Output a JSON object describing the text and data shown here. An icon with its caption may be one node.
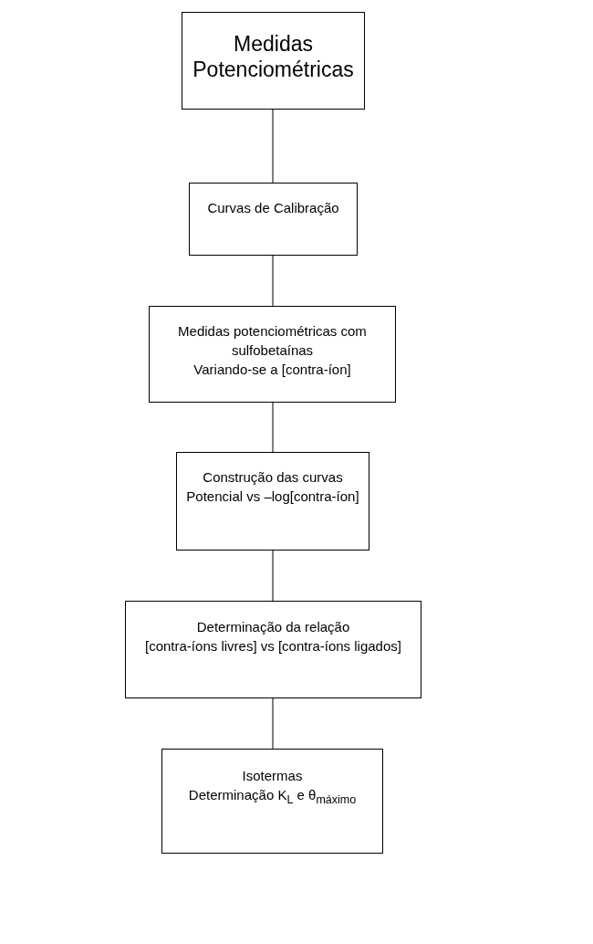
{
  "diagram": {
    "nodes": [
      {
        "text": [
          "Medidas Potenciométricas"
        ]
      },
      {
        "text": [
          "Curvas de Calibração"
        ]
      },
      {
        "text": [
          "Medidas potenciométricas com sulfobetaínas",
          "Variando-se a [contra-íon]"
        ]
      },
      {
        "text": [
          "Construção das curvas",
          "Potencial vs –log[contra-íon]"
        ]
      },
      {
        "text": [
          "Determinação da relação",
          "[contra-íons livres] vs [contra-íons ligados]"
        ]
      },
      {
        "text": [
          "Isotermas",
          "Determinação K$_{L}$ e θ$_{máximo}$"
        ]
      }
    ],
    "edges": [
      {
        "from": 0,
        "to": 1,
        "arrow": "none"
      },
      {
        "from": 1,
        "to": 2,
        "arrow": "none"
      },
      {
        "from": 2,
        "to": 3,
        "arrow": "none"
      },
      {
        "from": 3,
        "to": 4,
        "arrow": "none"
      },
      {
        "from": 4,
        "to": 5,
        "arrow": "none"
      }
    ]
  }
}
